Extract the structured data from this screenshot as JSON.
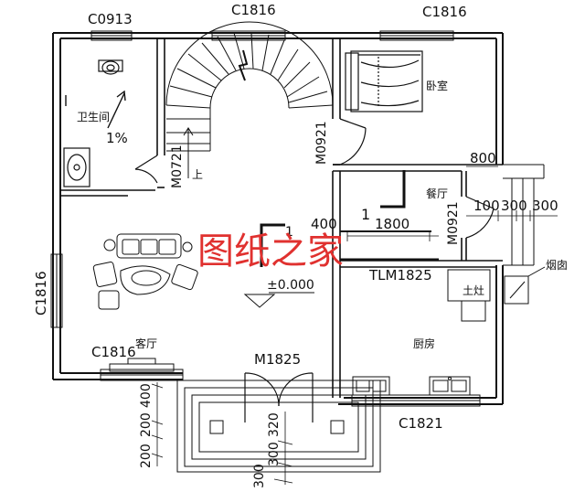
{
  "windows": {
    "c0913": "C0913",
    "c1816_top_left": "C1816",
    "c1816_top_right": "C1816",
    "c1816_left": "C1816",
    "c1816_living": "C1816",
    "c1821": "C1821"
  },
  "doors": {
    "m0721": "M0721",
    "m0921_bedroom": "M0921",
    "m0921_dining": "M0921",
    "m1825": "M1825",
    "tlm1825": "TLM1825"
  },
  "rooms": {
    "bathroom": "卫生间",
    "bedroom": "卧室",
    "dining": "餐厅",
    "living": "客厅",
    "kitchen": "厨房",
    "stove": "土灶",
    "chimney": "烟囱"
  },
  "annotations": {
    "slope": "1%",
    "stair_up": "上",
    "elevation": "±0.000",
    "axis_1": "1",
    "axis_1b": "1"
  },
  "dimensions": {
    "d800": "800",
    "d400": "400",
    "d1800": "1800",
    "d100": "100",
    "d300a": "300",
    "d300b": "300",
    "d400v": "400",
    "d200a": "200",
    "d200b": "200",
    "d320": "320",
    "d300v1": "300",
    "d300v2": "300"
  },
  "watermark": "图纸之家",
  "colors": {
    "watermark": "#e0312f",
    "line": "#111111"
  }
}
